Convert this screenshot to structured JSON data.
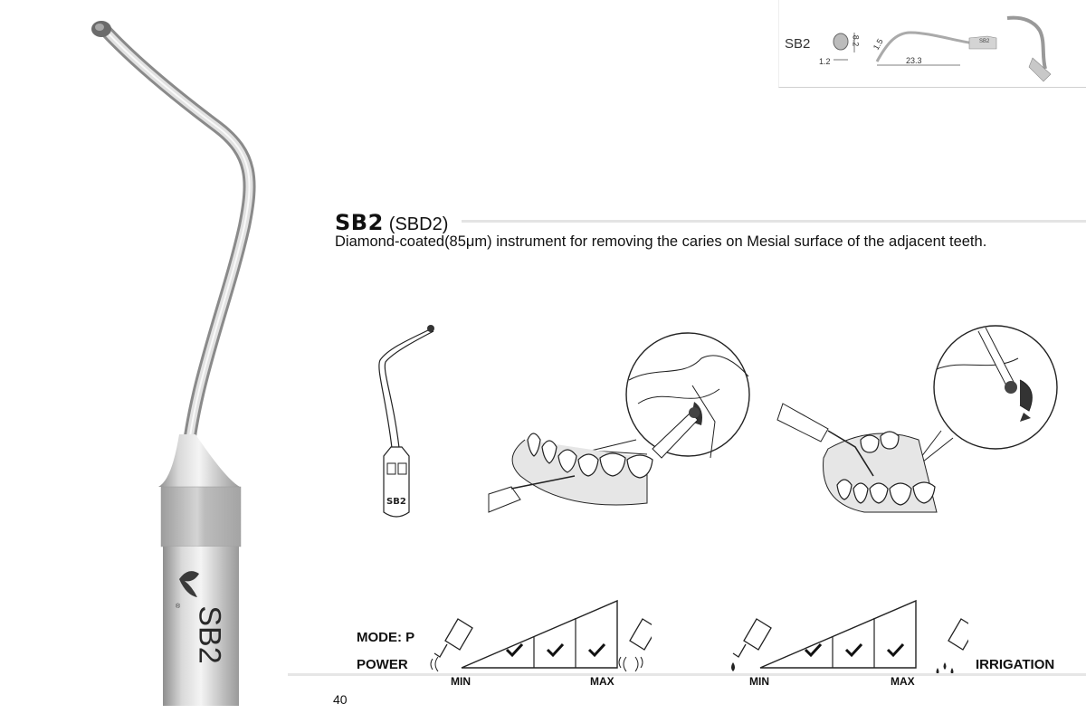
{
  "spec": {
    "model": "SB2",
    "dim_diameter": "1.2",
    "dim_height": "8.2",
    "dim_angle": "1.5",
    "dim_length": "23.3",
    "tip_engraving": "SB2"
  },
  "tip_label": "SB2",
  "heading": {
    "name": "SB2",
    "alt": "(SBD2)",
    "description": "Diamond-coated(85μm) instrument for removing the caries on Mesial surface of the adjacent teeth."
  },
  "diagram": {
    "small_tip_label": "SB2"
  },
  "settings": {
    "mode_label": "MODE: P",
    "power_label": "POWER",
    "irrigation_label": "IRRIGATION",
    "min_label": "MIN",
    "max_label": "MAX",
    "power_levels_checked": 3,
    "irrigation_levels_checked": 3
  },
  "page_number": "40",
  "colors": {
    "metal_light": "#e8e8e8",
    "metal_mid": "#bdbdbd",
    "metal_dark": "#8c8c8c",
    "text": "#111111"
  }
}
